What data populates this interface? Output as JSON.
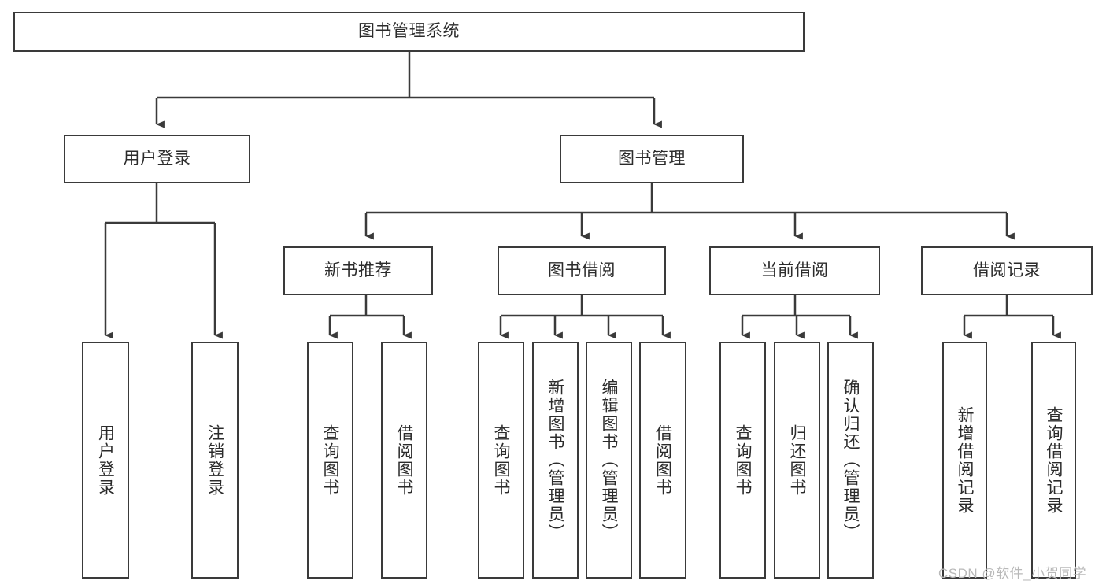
{
  "diagram": {
    "title": "图书管理系统",
    "type": "tree-hierarchy-chart",
    "stroke_color": "#3a3a3a",
    "text_color": "#2b2b2b",
    "background_color": "#ffffff"
  },
  "nodes": {
    "root": {
      "label": "图书管理系统"
    },
    "level1": [
      {
        "label": "用户登录"
      },
      {
        "label": "图书管理"
      }
    ],
    "level2": [
      {
        "label": "新书推荐"
      },
      {
        "label": "图书借阅"
      },
      {
        "label": "当前借阅"
      },
      {
        "label": "借阅记录"
      }
    ],
    "leaves": {
      "user_login": [
        {
          "label": "用户登录"
        },
        {
          "label": "注销登录"
        }
      ],
      "new_book_recommend": [
        {
          "label": "查询图书"
        },
        {
          "label": "借阅图书"
        }
      ],
      "book_borrow": [
        {
          "label": "查询图书"
        },
        {
          "label": "新增图书（管理员）"
        },
        {
          "label": "编辑图书（管理员）"
        },
        {
          "label": "借阅图书"
        }
      ],
      "current_borrow": [
        {
          "label": "查询图书"
        },
        {
          "label": "归还图书"
        },
        {
          "label": "确认归还（管理员）"
        }
      ],
      "borrow_record": [
        {
          "label": "新增借阅记录"
        },
        {
          "label": "查询借阅记录"
        }
      ]
    }
  },
  "watermark": {
    "text": "CSDN @软件_小贺同学"
  }
}
